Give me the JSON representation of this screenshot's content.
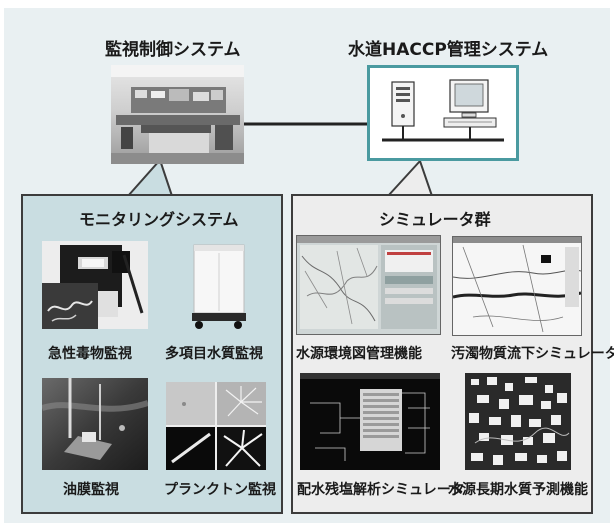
{
  "top": {
    "monitoring_control_title": "監視制御システム",
    "haccp_title": "水道HACCP管理システム"
  },
  "monitoring": {
    "title": "モニタリングシステム",
    "items": [
      "急性毒物監視",
      "多項目水質監視",
      "油膜監視",
      "プランクトン監視"
    ]
  },
  "simulators": {
    "title": "シミュレータ群",
    "items": [
      "水源環境図管理機能",
      "汚濁物質流下シミュレータ",
      "配水残塩解析シミュレータ",
      "水源長期水質予測機能"
    ]
  },
  "colors": {
    "background": "#e9f0f2",
    "monitoring_panel": "#c9dde1",
    "simulator_panel": "#ededed",
    "haccp_border": "#4a9aa0",
    "border": "#3c3c3c"
  }
}
